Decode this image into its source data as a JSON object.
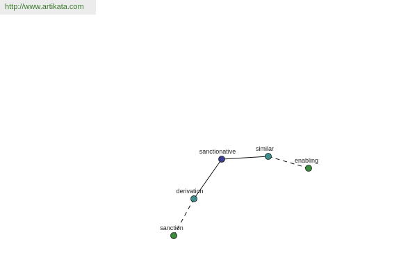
{
  "watermark": {
    "text": "http://www.artikata.com",
    "color": "#3a7a2e",
    "background": "#ececec"
  },
  "graph": {
    "nodes": [
      {
        "id": "sanctionative",
        "label": "sanctionative",
        "color": "#3b3f91"
      },
      {
        "id": "similar",
        "label": "similar",
        "color": "#3d8f8f"
      },
      {
        "id": "enabling",
        "label": "enabling",
        "color": "#3c8a3c"
      },
      {
        "id": "derivation",
        "label": "derivation",
        "color": "#3d8f8f"
      },
      {
        "id": "sanction",
        "label": "sanction",
        "color": "#3c8a3c"
      }
    ],
    "edges": [
      {
        "from": "sanctionative",
        "to": "similar",
        "style": "solid"
      },
      {
        "from": "similar",
        "to": "enabling",
        "style": "dashed"
      },
      {
        "from": "sanctionative",
        "to": "derivation",
        "style": "solid"
      },
      {
        "from": "derivation",
        "to": "sanction",
        "style": "dashed"
      }
    ]
  }
}
